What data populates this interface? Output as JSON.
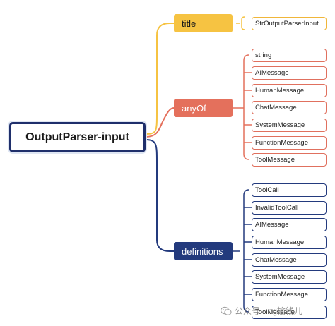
{
  "root": {
    "label": "OutputParser-input"
  },
  "branches": {
    "title": {
      "label": "title",
      "color": "#f6c342"
    },
    "anyOf": {
      "label": "anyOf",
      "color": "#e4705c"
    },
    "definitions": {
      "label": "definitions",
      "color": "#233a7d"
    }
  },
  "title_items": [
    "StrOutputParserInput"
  ],
  "anyof_items": [
    "string",
    "AIMessage",
    "HumanMessage",
    "ChatMessage",
    "SystemMessage",
    "FunctionMessage",
    "ToolMessage"
  ],
  "definitions_items": [
    "ToolCall",
    "InvalidToolCall",
    "AIMessage",
    "HumanMessage",
    "ChatMessage",
    "SystemMessage",
    "FunctionMessage",
    "ToolMessage"
  ],
  "watermark": {
    "text": "公众号 · ng榆钱儿",
    "icon": "wechat-icon"
  }
}
